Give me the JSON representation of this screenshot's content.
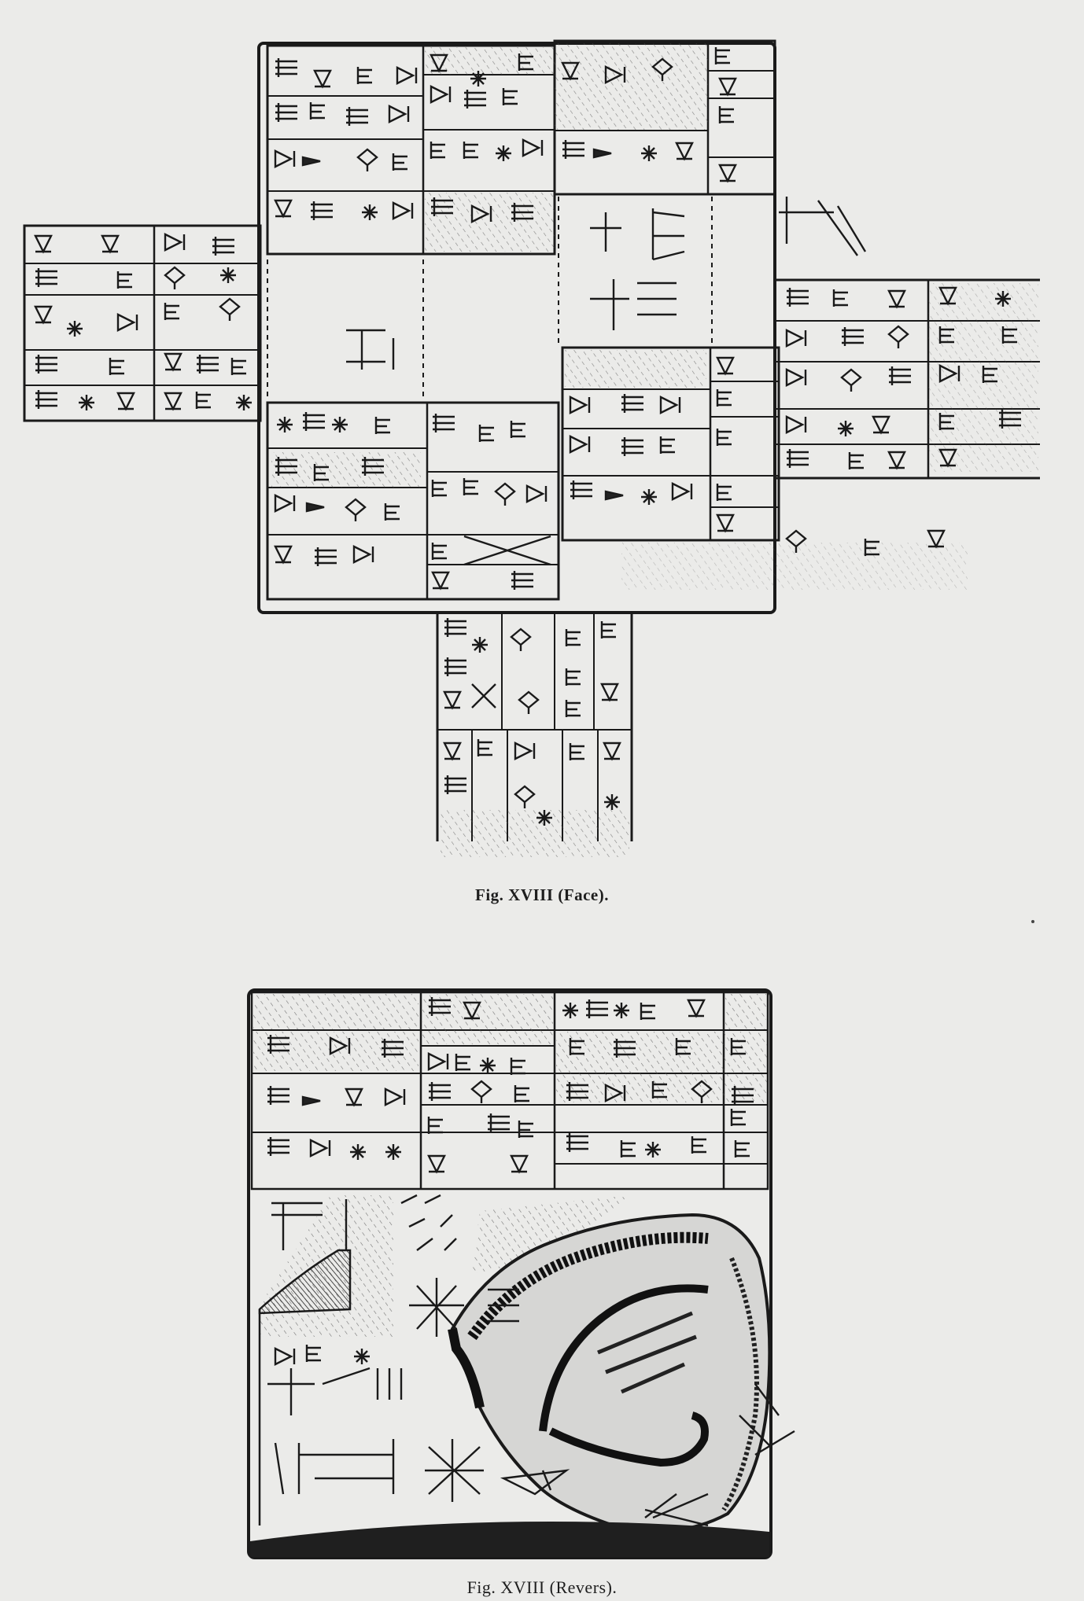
{
  "figures": [
    {
      "id": "face",
      "caption": "Fig. XVIII (Face)."
    },
    {
      "id": "revers",
      "caption": "Fig. XVIII (Revers)."
    }
  ],
  "colors": {
    "paper": "#ebebe9",
    "ink": "#1a1a1a",
    "shade": "#3a3a3a"
  }
}
